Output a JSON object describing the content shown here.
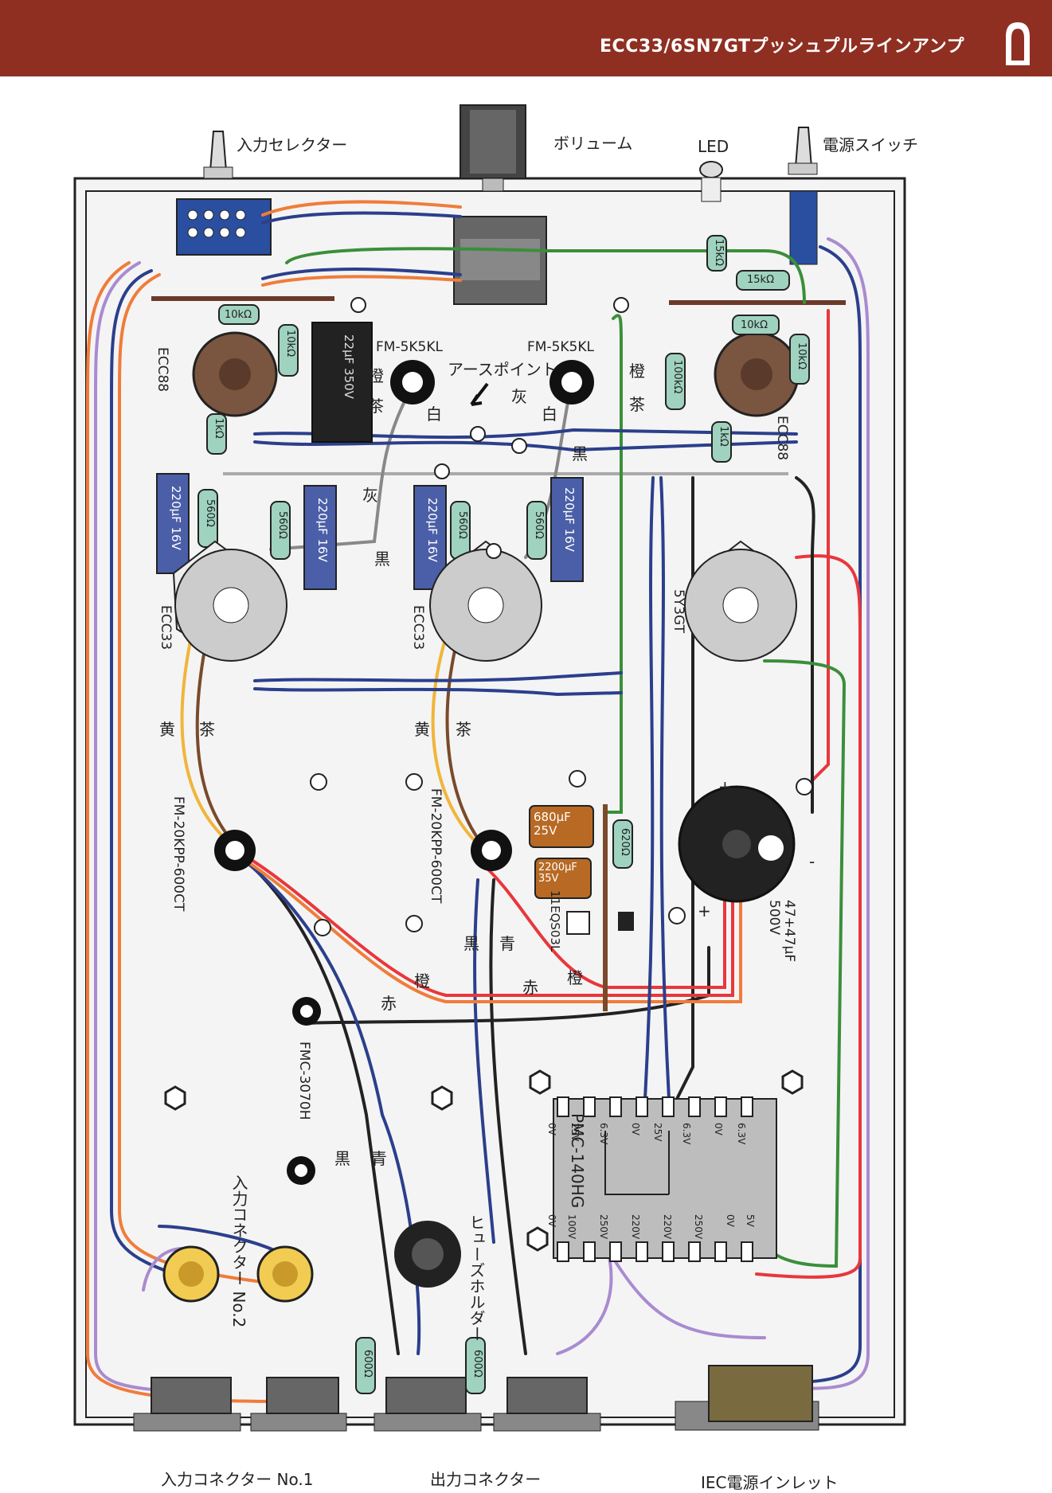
{
  "header": {
    "title": "ECC33/6SN7GTプッシュプルラインアンプ"
  },
  "panel_labels": {
    "input_selector": "入力セレクター",
    "volume": "ボリューム",
    "led": "LED",
    "power_switch": "電源スイッチ",
    "input_connector_1": "入力コネクター No.1",
    "output_connector": "出力コネクター",
    "iec_inlet": "IEC電源インレット",
    "input_connector_2": "入力コネクター No.2",
    "fuse_holder": "ヒューズホルダー",
    "earth_point": "アースポイント"
  },
  "components": {
    "ecc88_left": "ECC88",
    "ecc88_right": "ECC88",
    "ecc33_left": "ECC33",
    "ecc33_right": "ECC33",
    "rect_tube": "5Y3GT",
    "trans_fm5k_left": "FM-5K5KL",
    "trans_fm5k_right": "FM-5K5KL",
    "trans_fm20_left": "FM-20KPP-600CT",
    "trans_fm20_right": "FM-20KPP-600CT",
    "choke": "FMC-3070H",
    "power_trans": "PMC-140HG",
    "cap_22": "22μF 350V",
    "cap_220_1": "220μF 16V",
    "cap_220_2": "220μF 16V",
    "cap_220_3": "220μF 16V",
    "cap_220_4": "220μF 16V",
    "cap_680": "680μF 25V",
    "cap_2200": "2200μF 35V",
    "diode": "11EQS03L",
    "big_cap": "47+47μF 500V",
    "r_10k_1": "10kΩ",
    "r_10k_2": "10kΩ",
    "r_10k_3": "10kΩ",
    "r_10k_4": "10kΩ",
    "r_15k_1": "15kΩ",
    "r_15k_2": "15kΩ",
    "r_100k_1": "100kΩ",
    "r_1k_1": "1kΩ",
    "r_1k_2": "1kΩ",
    "r_560_1": "560Ω",
    "r_560_2": "560Ω",
    "r_560_3": "560Ω",
    "r_560_4": "560Ω",
    "r_620": "620Ω",
    "r_600_1": "600Ω",
    "r_600_2": "600Ω"
  },
  "pmc_taps": {
    "top": [
      "0V",
      "25V",
      "6.3V",
      "0V",
      "25V",
      "6.3V",
      "0V",
      "6.3V"
    ],
    "bottom": [
      "0V",
      "100V",
      "250V",
      "220V",
      "220V",
      "250V",
      "0V",
      "5V"
    ]
  },
  "wire_colors": {
    "orange": "橙",
    "brown": "茶",
    "white": "白",
    "gray": "灰",
    "black": "黒",
    "yellow": "黄",
    "blue": "青",
    "red": "赤"
  },
  "polarity": {
    "plus": "+",
    "minus": "-"
  },
  "colors": {
    "header_bg": "#8f2f22",
    "wire_red": "#e8373c",
    "wire_orange": "#f07c3a",
    "wire_blue": "#2b3f8c",
    "wire_purple": "#a98bd0",
    "wire_green": "#3a8f3a",
    "wire_brown": "#7a4a2a",
    "wire_yellow": "#f0b53a",
    "wire_gray": "#888888",
    "wire_black": "#222222",
    "resistor_body": "#9fd3c0",
    "cap_blue": "#4b5fa8",
    "cap_brown": "#b86a24"
  }
}
